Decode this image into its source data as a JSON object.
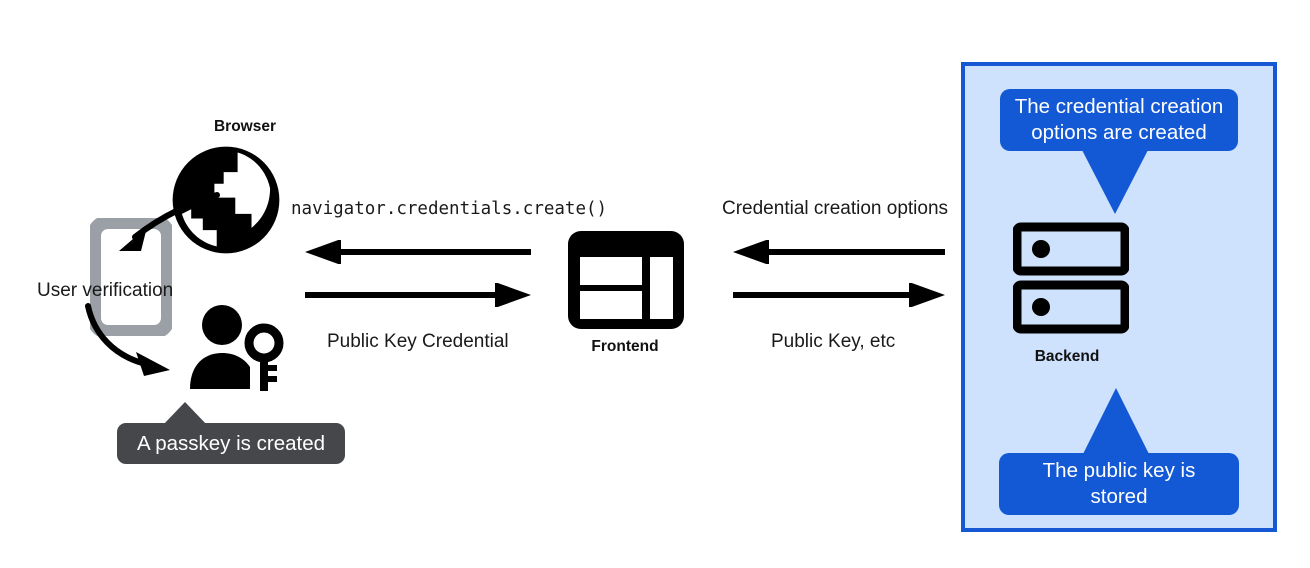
{
  "diagram": {
    "title": "WebAuthn passkey registration flow",
    "colors": {
      "panel_fill": "#cfe2fd",
      "panel_border": "#1658d3",
      "bubble_blue": "#1358d4",
      "tooltip_dark": "#46474a",
      "icon_black": "#000000",
      "phone_gray": "#9aa0a6"
    }
  },
  "nodes": {
    "browser": {
      "label": "Browser",
      "icon": "globe-icon"
    },
    "frontend": {
      "label": "Frontend",
      "icon": "browser-window-icon"
    },
    "backend": {
      "label": "Backend",
      "icon": "server-stack-icon"
    },
    "phone": {
      "icon": "smartphone-icon"
    },
    "user_key": {
      "icon": "person-with-key-icon"
    }
  },
  "annotations": {
    "user_verification": "User verification",
    "passkey_created": "A passkey is created"
  },
  "flows": {
    "browser_frontend": {
      "to_browser_label": "navigator.credentials.create()",
      "to_frontend_label": "Public Key Credential"
    },
    "frontend_backend": {
      "to_frontend_label": "Credential creation options",
      "to_backend_label": "Public Key, etc"
    }
  },
  "bubbles": {
    "top": "The credential creation options are created",
    "bottom": "The public key is stored"
  }
}
